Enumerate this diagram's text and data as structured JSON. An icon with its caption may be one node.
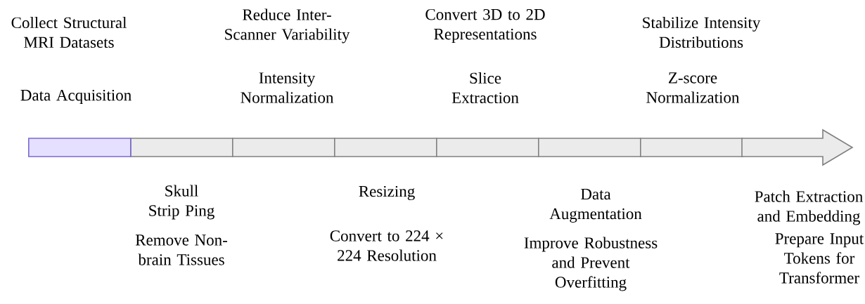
{
  "diagram": {
    "nodes": [
      {
        "text": [],
        "shape": "bar",
        "beside": [
          "Data Acquisition",
          "Collect Structural MRI Datasets"
        ]
      },
      {
        "text": [],
        "shape": "bar",
        "beside": [
          "Skull Strip Ping",
          "Remove Non-brain Tissues"
        ]
      },
      {
        "text": [],
        "shape": "bar",
        "beside": [
          "Intensity Normalization",
          "Reduce Inter-Scanner Variability"
        ]
      },
      {
        "text": [],
        "shape": "bar",
        "beside": [
          "Resizing",
          "Convert to 224 × 224 Resolution"
        ]
      },
      {
        "text": [],
        "shape": "bar",
        "beside": [
          "Slice Extraction",
          "Convert 3D to 2D Representations"
        ]
      },
      {
        "text": [],
        "shape": "bar",
        "beside": [
          "Data Augmentation",
          "Improve Robustness and Prevent Overfitting"
        ]
      },
      {
        "text": [],
        "shape": "bar",
        "beside": [
          "Z-score Normalization",
          "Stabilize Intensity Distributions"
        ]
      },
      {
        "text": [],
        "shape": "bar",
        "beside": [
          "Patch Extraction and Embedding",
          "Prepare Input Tokens for Transformer"
        ]
      }
    ]
  }
}
